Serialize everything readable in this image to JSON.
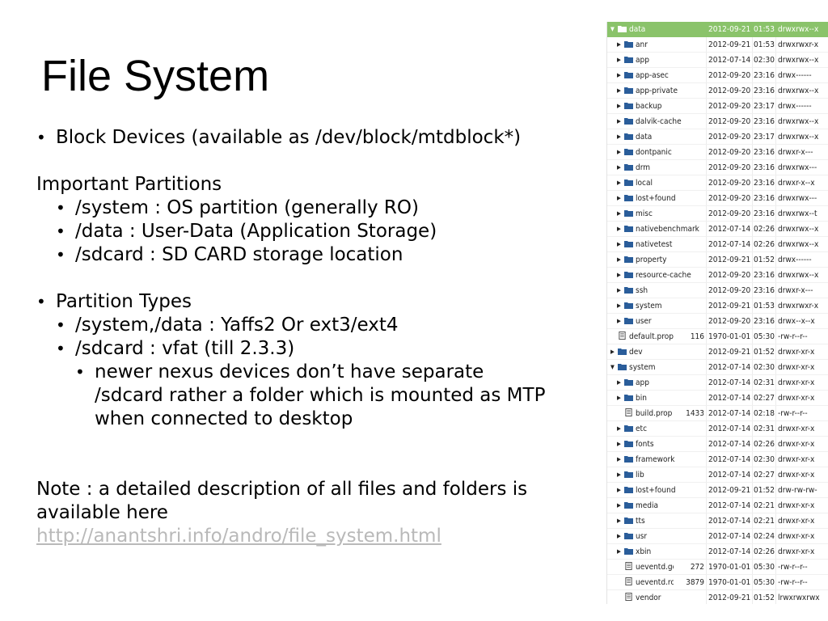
{
  "slide": {
    "title": "File System",
    "bullet_char": "•",
    "block_devices": "Block Devices (available as /dev/block/mtdblock*)",
    "important_heading": "Important Partitions",
    "partitions": [
      "/system : OS partition (generally RO)",
      "/data : User-Data (Application Storage)",
      "/sdcard : SD CARD storage location"
    ],
    "types_heading": "Partition Types",
    "types": [
      "/system,/data : Yaffs2 Or ext3/ext4",
      "/sdcard : vfat (till 2.3.3)"
    ],
    "sub_note_lines": [
      "newer nexus devices don’t have separate",
      "/sdcard rather a folder which is mounted as MTP",
      "when connected to desktop"
    ],
    "note_lines": [
      "Note : a detailed description of all files and folders is",
      "available here"
    ],
    "note_link": "http://anantshri.info/andro/file_system.html"
  },
  "colors": {
    "selected_row": "#8ac36a",
    "folder_icon": "#2a5d9a",
    "link": "#b9b9b9"
  },
  "file_browser": {
    "rows": [
      {
        "name": "data",
        "size": "",
        "date": "2012-09-21",
        "time": "01:53",
        "perm": "drwxrwx--x",
        "icon": "folder-icon",
        "depth": 0,
        "expanded": true,
        "selected": true
      },
      {
        "name": "anr",
        "size": "",
        "date": "2012-09-21",
        "time": "01:53",
        "perm": "drwxrwxr-x",
        "icon": "folder-icon",
        "depth": 1,
        "expanded": false,
        "selected": false
      },
      {
        "name": "app",
        "size": "",
        "date": "2012-07-14",
        "time": "02:30",
        "perm": "drwxrwx--x",
        "icon": "folder-icon",
        "depth": 1,
        "expanded": false,
        "selected": false
      },
      {
        "name": "app-asec",
        "size": "",
        "date": "2012-09-20",
        "time": "23:16",
        "perm": "drwx------",
        "icon": "folder-icon",
        "depth": 1,
        "expanded": false,
        "selected": false
      },
      {
        "name": "app-private",
        "size": "",
        "date": "2012-09-20",
        "time": "23:16",
        "perm": "drwxrwx--x",
        "icon": "folder-icon",
        "depth": 1,
        "expanded": false,
        "selected": false
      },
      {
        "name": "backup",
        "size": "",
        "date": "2012-09-20",
        "time": "23:17",
        "perm": "drwx------",
        "icon": "folder-icon",
        "depth": 1,
        "expanded": false,
        "selected": false
      },
      {
        "name": "dalvik-cache",
        "size": "",
        "date": "2012-09-20",
        "time": "23:16",
        "perm": "drwxrwx--x",
        "icon": "folder-icon",
        "depth": 1,
        "expanded": false,
        "selected": false
      },
      {
        "name": "data",
        "size": "",
        "date": "2012-09-20",
        "time": "23:17",
        "perm": "drwxrwx--x",
        "icon": "folder-icon",
        "depth": 1,
        "expanded": false,
        "selected": false
      },
      {
        "name": "dontpanic",
        "size": "",
        "date": "2012-09-20",
        "time": "23:16",
        "perm": "drwxr-x---",
        "icon": "folder-icon",
        "depth": 1,
        "expanded": false,
        "selected": false
      },
      {
        "name": "drm",
        "size": "",
        "date": "2012-09-20",
        "time": "23:16",
        "perm": "drwxrwx---",
        "icon": "folder-icon",
        "depth": 1,
        "expanded": false,
        "selected": false
      },
      {
        "name": "local",
        "size": "",
        "date": "2012-09-20",
        "time": "23:16",
        "perm": "drwxr-x--x",
        "icon": "folder-icon",
        "depth": 1,
        "expanded": false,
        "selected": false
      },
      {
        "name": "lost+found",
        "size": "",
        "date": "2012-09-20",
        "time": "23:16",
        "perm": "drwxrwx---",
        "icon": "folder-icon",
        "depth": 1,
        "expanded": false,
        "selected": false
      },
      {
        "name": "misc",
        "size": "",
        "date": "2012-09-20",
        "time": "23:16",
        "perm": "drwxrwx--t",
        "icon": "folder-icon",
        "depth": 1,
        "expanded": false,
        "selected": false
      },
      {
        "name": "nativebenchmark",
        "size": "",
        "date": "2012-07-14",
        "time": "02:26",
        "perm": "drwxrwx--x",
        "icon": "folder-icon",
        "depth": 1,
        "expanded": false,
        "selected": false
      },
      {
        "name": "nativetest",
        "size": "",
        "date": "2012-07-14",
        "time": "02:26",
        "perm": "drwxrwx--x",
        "icon": "folder-icon",
        "depth": 1,
        "expanded": false,
        "selected": false
      },
      {
        "name": "property",
        "size": "",
        "date": "2012-09-21",
        "time": "01:52",
        "perm": "drwx------",
        "icon": "folder-icon",
        "depth": 1,
        "expanded": false,
        "selected": false
      },
      {
        "name": "resource-cache",
        "size": "",
        "date": "2012-09-20",
        "time": "23:16",
        "perm": "drwxrwx--x",
        "icon": "folder-icon",
        "depth": 1,
        "expanded": false,
        "selected": false
      },
      {
        "name": "ssh",
        "size": "",
        "date": "2012-09-20",
        "time": "23:16",
        "perm": "drwxr-x---",
        "icon": "folder-icon",
        "depth": 1,
        "expanded": false,
        "selected": false
      },
      {
        "name": "system",
        "size": "",
        "date": "2012-09-21",
        "time": "01:53",
        "perm": "drwxrwxr-x",
        "icon": "folder-icon",
        "depth": 1,
        "expanded": false,
        "selected": false
      },
      {
        "name": "user",
        "size": "",
        "date": "2012-09-20",
        "time": "23:16",
        "perm": "drwx--x--x",
        "icon": "folder-icon",
        "depth": 1,
        "expanded": false,
        "selected": false
      },
      {
        "name": "default.prop",
        "size": "116",
        "date": "1970-01-01",
        "time": "05:30",
        "perm": "-rw-r--r--",
        "icon": "file-icon",
        "depth": 0,
        "expanded": false,
        "selected": false
      },
      {
        "name": "dev",
        "size": "",
        "date": "2012-09-21",
        "time": "01:52",
        "perm": "drwxr-xr-x",
        "icon": "folder-icon",
        "depth": 0,
        "expanded": false,
        "selected": false
      },
      {
        "name": "system",
        "size": "",
        "date": "2012-07-14",
        "time": "02:30",
        "perm": "drwxr-xr-x",
        "icon": "folder-icon",
        "depth": 0,
        "expanded": true,
        "selected": false
      },
      {
        "name": "app",
        "size": "",
        "date": "2012-07-14",
        "time": "02:31",
        "perm": "drwxr-xr-x",
        "icon": "folder-icon",
        "depth": 1,
        "expanded": false,
        "selected": false
      },
      {
        "name": "bin",
        "size": "",
        "date": "2012-07-14",
        "time": "02:27",
        "perm": "drwxr-xr-x",
        "icon": "folder-icon",
        "depth": 1,
        "expanded": false,
        "selected": false
      },
      {
        "name": "build.prop",
        "size": "1433",
        "date": "2012-07-14",
        "time": "02:18",
        "perm": "-rw-r--r--",
        "icon": "file-icon",
        "depth": 1,
        "expanded": false,
        "selected": false
      },
      {
        "name": "etc",
        "size": "",
        "date": "2012-07-14",
        "time": "02:31",
        "perm": "drwxr-xr-x",
        "icon": "folder-icon",
        "depth": 1,
        "expanded": false,
        "selected": false
      },
      {
        "name": "fonts",
        "size": "",
        "date": "2012-07-14",
        "time": "02:26",
        "perm": "drwxr-xr-x",
        "icon": "folder-icon",
        "depth": 1,
        "expanded": false,
        "selected": false
      },
      {
        "name": "framework",
        "size": "",
        "date": "2012-07-14",
        "time": "02:30",
        "perm": "drwxr-xr-x",
        "icon": "folder-icon",
        "depth": 1,
        "expanded": false,
        "selected": false
      },
      {
        "name": "lib",
        "size": "",
        "date": "2012-07-14",
        "time": "02:27",
        "perm": "drwxr-xr-x",
        "icon": "folder-icon",
        "depth": 1,
        "expanded": false,
        "selected": false
      },
      {
        "name": "lost+found",
        "size": "",
        "date": "2012-09-21",
        "time": "01:52",
        "perm": "drw-rw-rw-",
        "icon": "folder-icon",
        "depth": 1,
        "expanded": false,
        "selected": false
      },
      {
        "name": "media",
        "size": "",
        "date": "2012-07-14",
        "time": "02:21",
        "perm": "drwxr-xr-x",
        "icon": "folder-icon",
        "depth": 1,
        "expanded": false,
        "selected": false
      },
      {
        "name": "tts",
        "size": "",
        "date": "2012-07-14",
        "time": "02:21",
        "perm": "drwxr-xr-x",
        "icon": "folder-icon",
        "depth": 1,
        "expanded": false,
        "selected": false
      },
      {
        "name": "usr",
        "size": "",
        "date": "2012-07-14",
        "time": "02:24",
        "perm": "drwxr-xr-x",
        "icon": "folder-icon",
        "depth": 1,
        "expanded": false,
        "selected": false
      },
      {
        "name": "xbin",
        "size": "",
        "date": "2012-07-14",
        "time": "02:26",
        "perm": "drwxr-xr-x",
        "icon": "folder-icon",
        "depth": 1,
        "expanded": false,
        "selected": false
      },
      {
        "name": "ueventd.goldfish.rc",
        "size": "272",
        "date": "1970-01-01",
        "time": "05:30",
        "perm": "-rw-r--r--",
        "icon": "file-icon",
        "depth": 1,
        "expanded": false,
        "selected": false
      },
      {
        "name": "ueventd.rc",
        "size": "3879",
        "date": "1970-01-01",
        "time": "05:30",
        "perm": "-rw-r--r--",
        "icon": "file-icon",
        "depth": 1,
        "expanded": false,
        "selected": false
      },
      {
        "name": "vendor",
        "size": "",
        "date": "2012-09-21",
        "time": "01:52",
        "perm": "lrwxrwxrwx",
        "icon": "file-icon",
        "depth": 1,
        "expanded": false,
        "selected": false
      }
    ]
  }
}
